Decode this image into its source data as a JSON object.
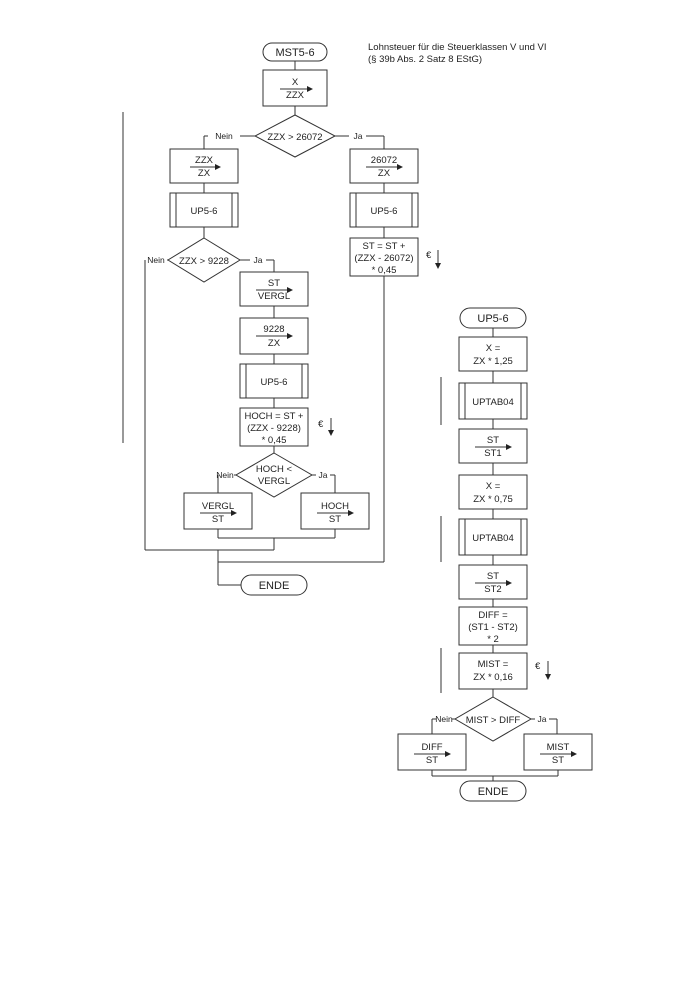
{
  "header": {
    "line1": "Lohnsteuer für die Steuerklassen V und VI",
    "line2": "(§ 39b Abs. 2 Satz 8 EStG)"
  },
  "main": {
    "start": "MST5-6",
    "assign_x": {
      "src": "X",
      "dst": "ZZX"
    },
    "cond1": {
      "text": "ZZX > 26072",
      "no": "Nein",
      "yes": "Ja"
    },
    "left_assign": {
      "src": "ZZX",
      "dst": "ZX"
    },
    "left_sub": "UP5-6",
    "cond2": {
      "text": "ZZX > 9228",
      "no": "Nein",
      "yes": "Ja"
    },
    "st_vergl": {
      "src": "ST",
      "dst": "VERGL"
    },
    "assign_9228": {
      "src": "9228",
      "dst": "ZX"
    },
    "sub3": "UP5-6",
    "hoch_calc": [
      "HOCH = ST +",
      "(ZZX - 9228)",
      "*  0,45"
    ],
    "euro_mark1": "€",
    "cond3": {
      "line1": "HOCH <",
      "line2": "VERGL",
      "no": "Nein",
      "yes": "Ja"
    },
    "vergl_st": {
      "src": "VERGL",
      "dst": "ST"
    },
    "hoch_st": {
      "src": "HOCH",
      "dst": "ST"
    },
    "right_assign": {
      "src": "26072",
      "dst": "ZX"
    },
    "right_sub": "UP5-6",
    "st_calc": [
      "ST = ST +",
      "(ZZX - 26072)",
      "* 0,45"
    ],
    "euro_mark2": "€",
    "end": "ENDE"
  },
  "sub": {
    "start": "UP5-6",
    "x1": [
      "X =",
      "ZX * 1,25"
    ],
    "uptab1": "UPTAB04",
    "st1": {
      "src": "ST",
      "dst": "ST1"
    },
    "x2": [
      "X =",
      "ZX * 0,75"
    ],
    "uptab2": "UPTAB04",
    "st2": {
      "src": "ST",
      "dst": "ST2"
    },
    "diff": [
      "DIFF =",
      "(ST1 - ST2)",
      "* 2"
    ],
    "mist": [
      "MIST =",
      "ZX * 0,16"
    ],
    "euro_mark": "€",
    "cond": {
      "text": "MIST > DIFF",
      "no": "Nein",
      "yes": "Ja"
    },
    "diff_st": {
      "src": "DIFF",
      "dst": "ST"
    },
    "mist_st": {
      "src": "MIST",
      "dst": "ST"
    },
    "end": "ENDE"
  }
}
